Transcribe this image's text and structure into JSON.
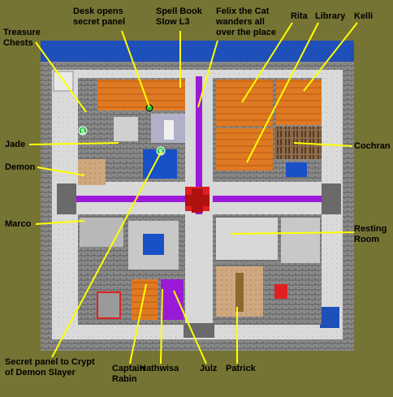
{
  "labels": {
    "treasure_chests": "Treasure\nChests",
    "desk_panel": "Desk opens\nsecret panel",
    "spell_book": "Spell Book\nSlow L3",
    "felix": "Felix the Cat\nwanders all\nover the place",
    "rita": "Rita",
    "library": "Library",
    "kelli": "Kelli",
    "jade": "Jade",
    "cochran": "Cochran",
    "demon": "Demon",
    "marco": "Marco",
    "resting_room": "Resting\nRoom",
    "secret_crypt": "Secret panel to Crypt\nof Demon Slayer",
    "captain_rabin": "Captain\nRabin",
    "hathwisa": "Hathwisa",
    "julz": "Julz",
    "patrick": "Patrick"
  },
  "markers": {
    "chest_symbol": "$"
  },
  "colors": {
    "background": "#767434",
    "sea": "#1f4fb8",
    "wall": "#6a6a6a",
    "floor": "#d4d4d4",
    "orange_room": "#e07a22",
    "purple_carpet": "#9a1ad8",
    "red_center": "#e02020",
    "tan_room": "#c8a078",
    "pool": "#1850c8",
    "callout_line": "#ffff00"
  }
}
